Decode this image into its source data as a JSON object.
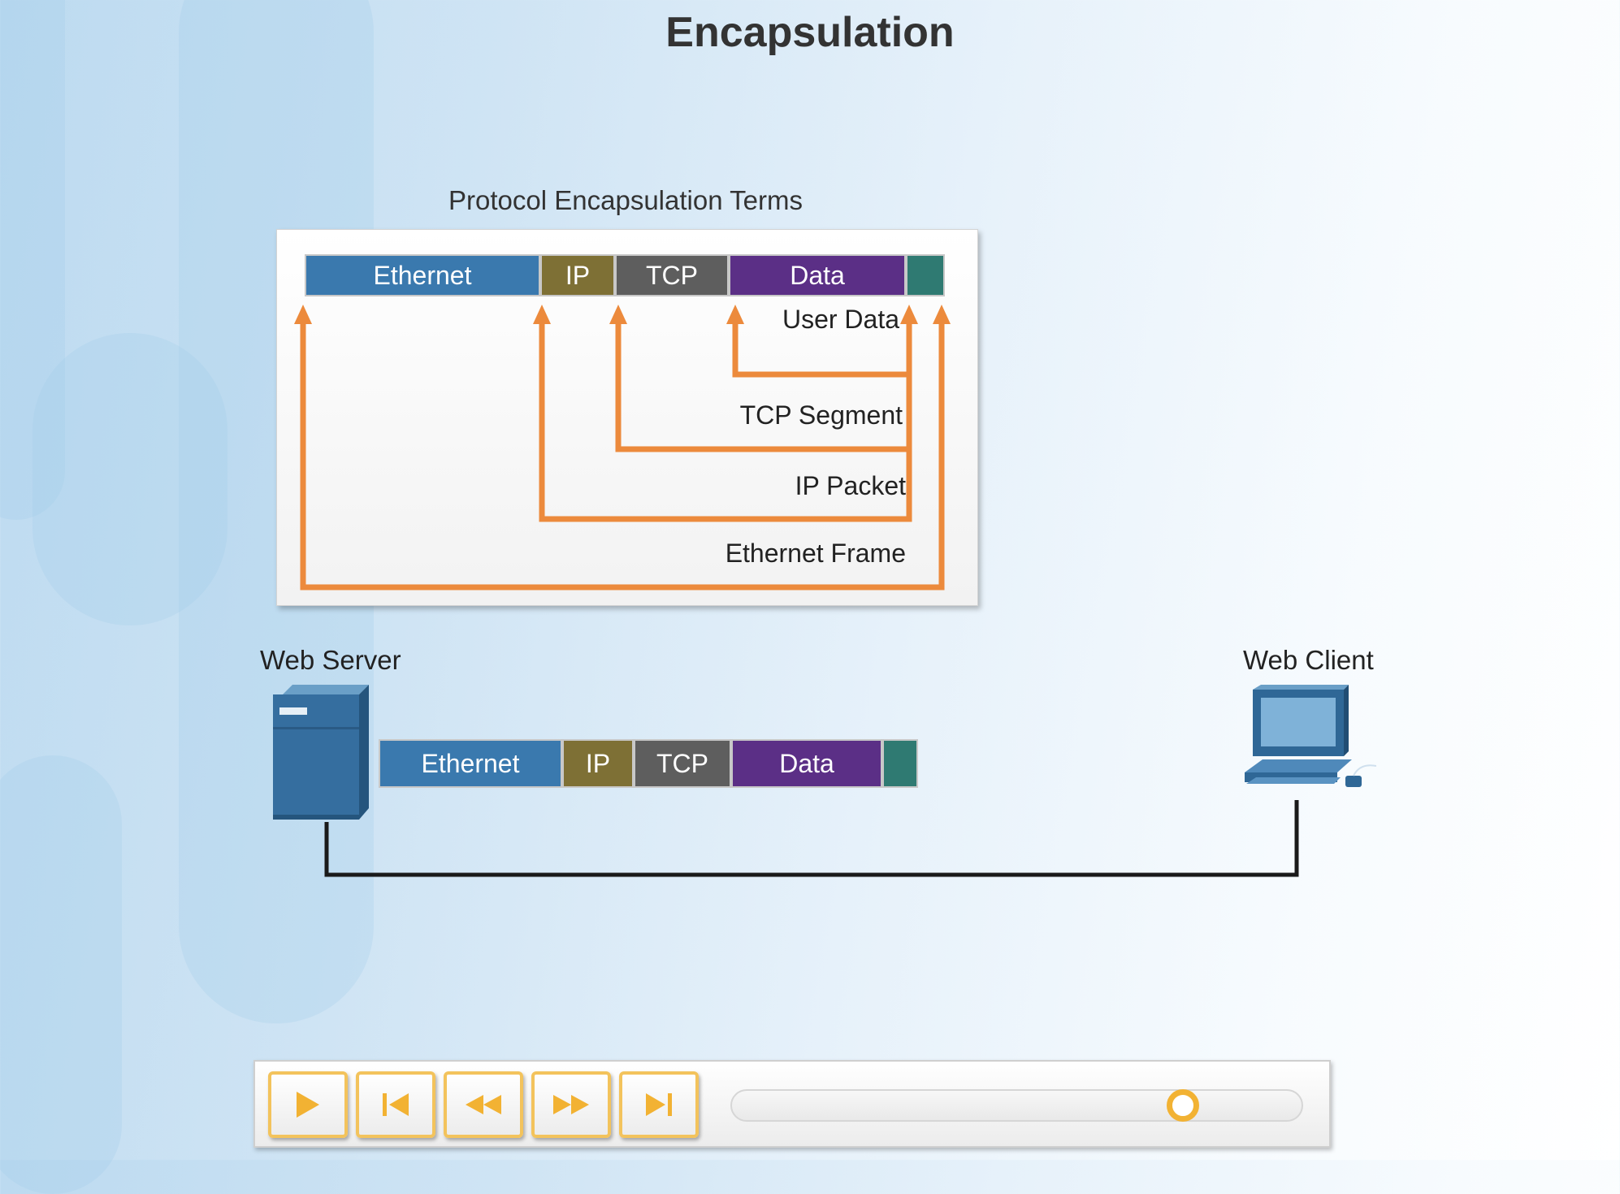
{
  "title": "Encapsulation",
  "encapsulation_panel": {
    "caption": "Protocol Encapsulation Terms",
    "header": {
      "ethernet": "Ethernet",
      "ip": "IP",
      "tcp": "TCP",
      "data": "Data"
    },
    "terms": {
      "user_data": "User Data",
      "tcp_segment": "TCP Segment",
      "ip_packet": "IP Packet",
      "ethernet_frame": "Ethernet Frame"
    }
  },
  "network": {
    "web_server_label": "Web Server",
    "web_client_label": "Web Client",
    "frame": {
      "ethernet": "Ethernet",
      "ip": "IP",
      "tcp": "TCP",
      "data": "Data"
    }
  },
  "playback": {
    "buttons": [
      "play-icon",
      "skip-to-start-icon",
      "rewind-icon",
      "fast-forward-icon",
      "skip-to-end-icon"
    ],
    "progress": 0.81
  },
  "colors": {
    "ethernet": "#3a79ae",
    "ip": "#7e7035",
    "tcp": "#5e5e5e",
    "data": "#5b2f86",
    "trailer": "#2f7a72",
    "arrow": "#ec8a3c",
    "control_accent": "#f2b233"
  }
}
